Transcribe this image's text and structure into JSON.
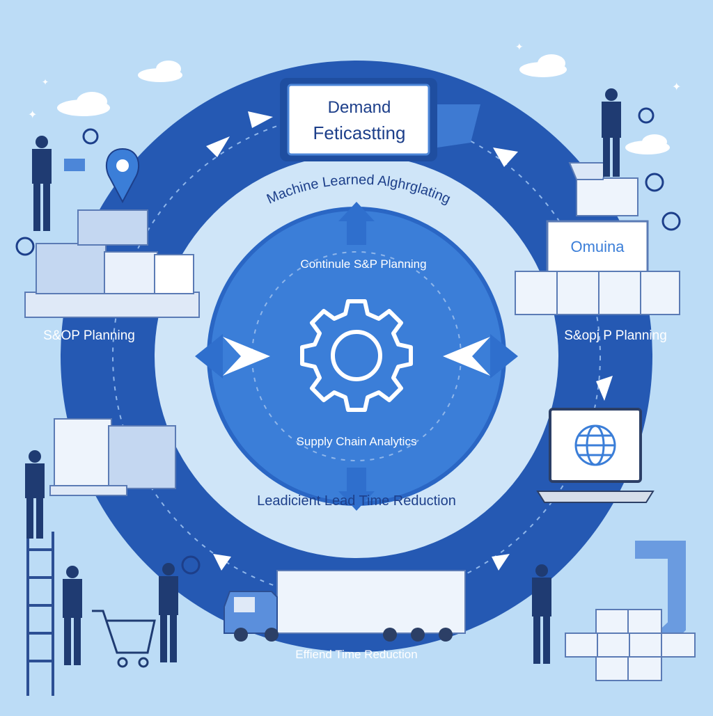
{
  "colors": {
    "background": "#bcdcf6",
    "outer_ring": "#2559b3",
    "middle_ring": "#cfe5f8",
    "center_disc": "#3b7ed8",
    "arrow": "#ffffff",
    "label_text": "#1d3f8a",
    "panel": "#ffffff",
    "figure": "#1f3b72"
  },
  "labels": {
    "demand_box_line1": "Demand",
    "demand_box_line2": "Feticastting",
    "ring_arc_label": "Machine Learned Alghrglating",
    "center_top_label": "Continule S&P Planning",
    "center_bottom_label": "Supply Chain Analytics",
    "lead_time_label": "Leadicient Lead Time Reduction",
    "left_station_label": "S&OP Planning",
    "right_station_label": "S&opj P Planning",
    "monitor_label": "Omuina",
    "bottom_label": "Effiend Time Reduction"
  },
  "icons": {
    "center": "gear-icon",
    "laptop": "globe-icon",
    "pin": "location-pin-icon"
  }
}
